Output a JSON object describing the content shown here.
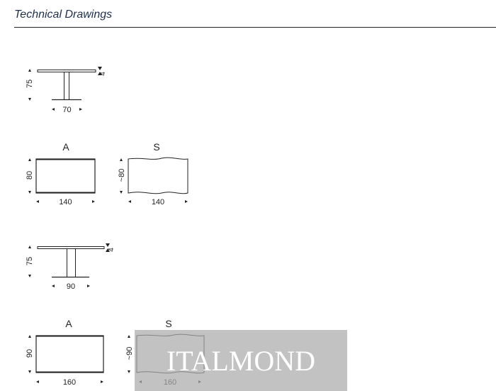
{
  "header": {
    "title": "Technical Drawings"
  },
  "drawings": [
    {
      "height_label": "75",
      "thickness_label": "4",
      "width_label": "70"
    },
    {
      "variant_a_label": "A",
      "variant_s_label": "S",
      "a_height": "80",
      "a_width": "140",
      "s_height": "~80",
      "s_width": "140"
    },
    {
      "height_label": "75",
      "thickness_label": "4",
      "width_label": "90"
    },
    {
      "variant_a_label": "A",
      "variant_s_label": "S",
      "a_height": "90",
      "a_width": "160",
      "s_height": "~90",
      "s_width": "160"
    }
  ],
  "watermark": {
    "text": "ITALMOND"
  },
  "colors": {
    "title": "#1f2f4a",
    "line": "#222222",
    "watermark_bg": "#aaaaaa"
  }
}
